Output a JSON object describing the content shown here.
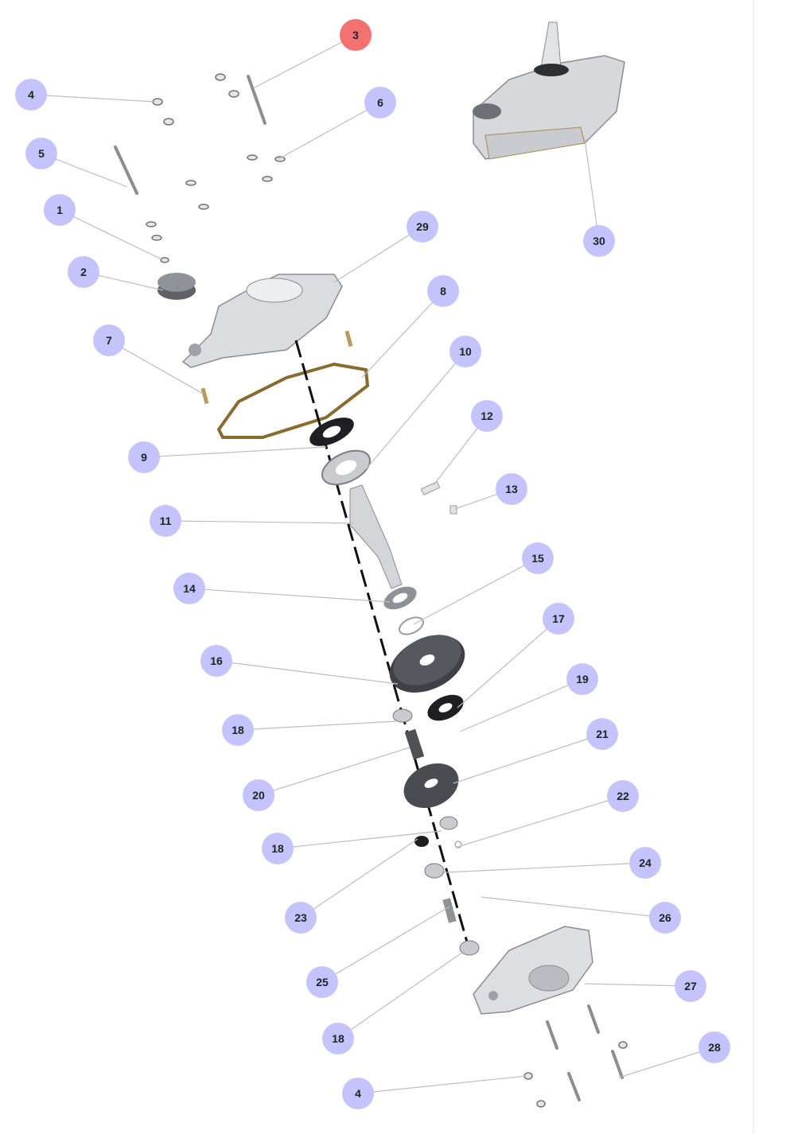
{
  "diagram": {
    "title": "Exploded parts diagram",
    "colors": {
      "callout": "#c5c3fb",
      "callout_selected": "#f47171",
      "leader": "#bdbdbd",
      "part_metal": "#cfd1d5",
      "part_dark": "#4b4d52",
      "gasket": "#8a6a2f"
    },
    "selected_callout": "3",
    "callouts": [
      "3",
      "4",
      "6",
      "5",
      "1",
      "29",
      "30",
      "2",
      "8",
      "7",
      "10",
      "12",
      "9",
      "13",
      "11",
      "15",
      "14",
      "17",
      "16",
      "19",
      "18",
      "21",
      "20",
      "22",
      "18",
      "24",
      "23",
      "26",
      "27",
      "25",
      "28",
      "18",
      "4"
    ]
  }
}
